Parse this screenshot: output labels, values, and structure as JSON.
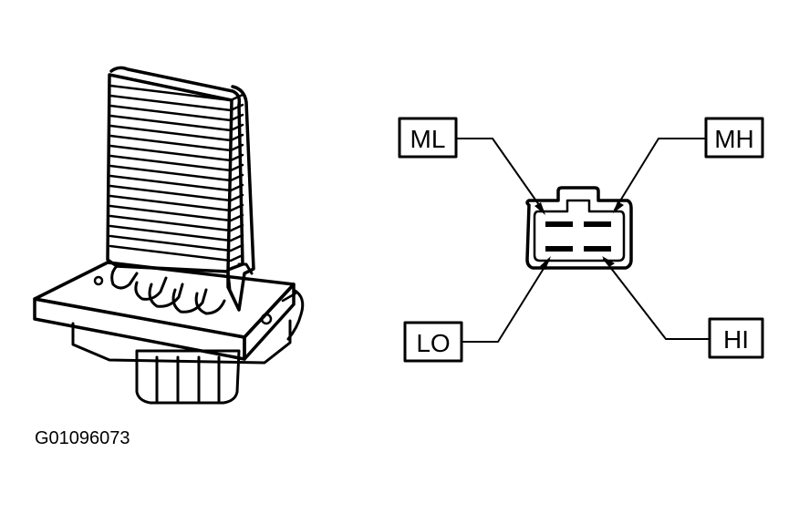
{
  "figure_id": "G01096073",
  "pins": {
    "ml": "ML",
    "mh": "MH",
    "lo": "LO",
    "hi": "HI"
  },
  "colors": {
    "ink": "#000000",
    "background": "#ffffff"
  }
}
